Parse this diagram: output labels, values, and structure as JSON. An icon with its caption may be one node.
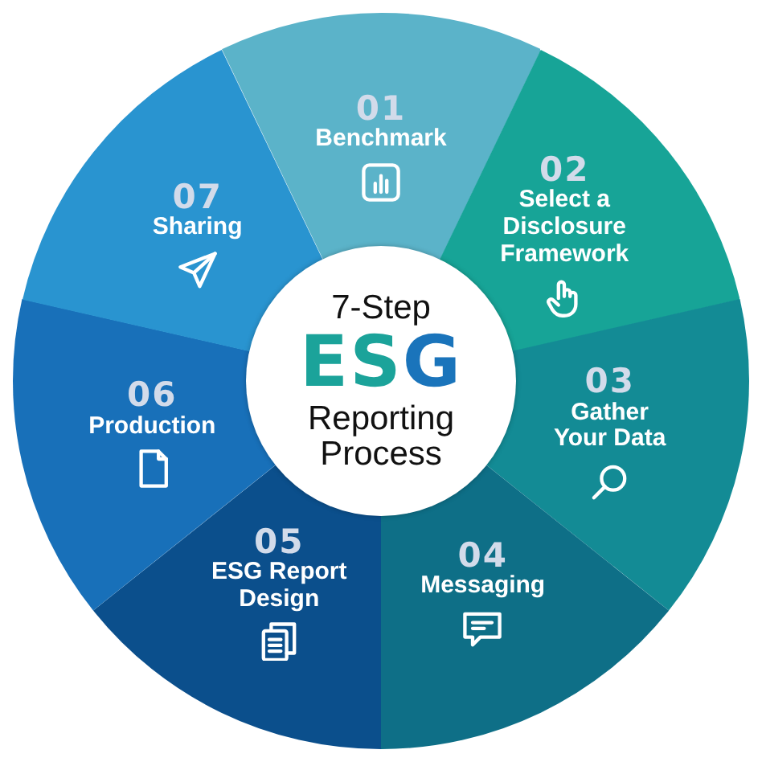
{
  "diagram": {
    "nodes": [
      {
        "text": [
          "7-Step",
          "ESG",
          "Reporting Process"
        ]
      },
      {
        "text": [
          "01",
          "Benchmark"
        ]
      },
      {
        "text": [
          "02",
          "Select a Disclosure Framework"
        ]
      },
      {
        "text": [
          "03",
          "Gather Your Data"
        ]
      },
      {
        "text": [
          "04",
          "Messaging"
        ]
      },
      {
        "text": [
          "05",
          "ESG Report Design"
        ]
      },
      {
        "text": [
          "06",
          "Production"
        ]
      },
      {
        "text": [
          "07",
          "Sharing"
        ]
      }
    ]
  }
}
